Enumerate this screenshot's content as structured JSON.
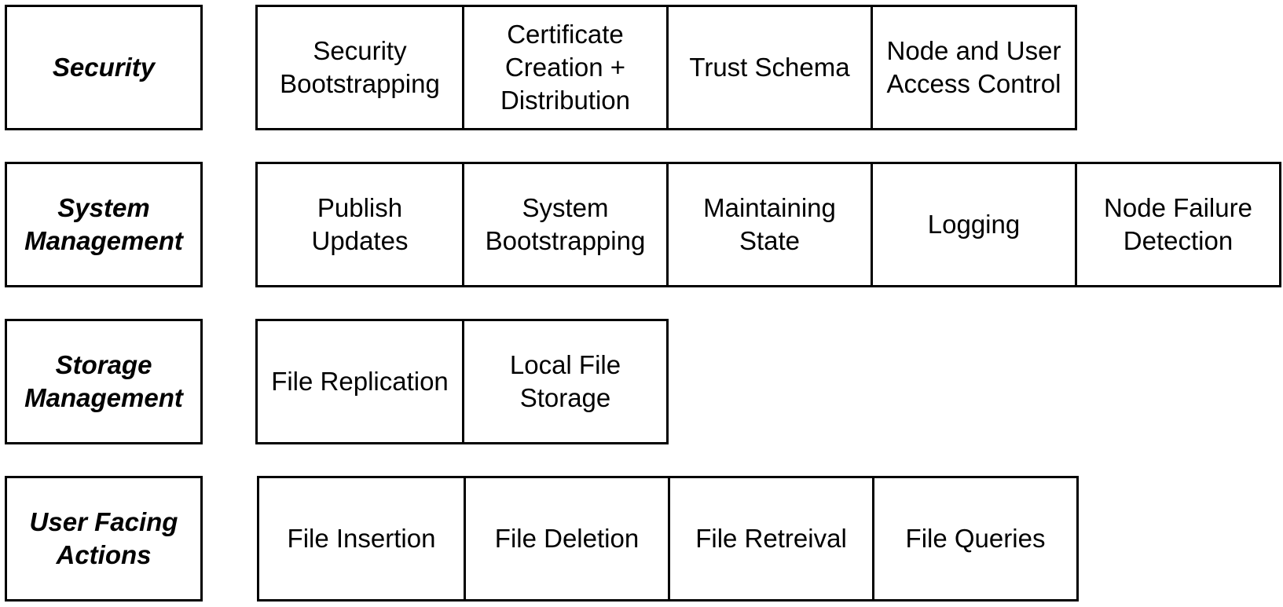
{
  "rows": [
    {
      "category": "Security",
      "items": [
        "Security\nBootstrapping",
        "Certificate\nCreation +\nDistribution",
        "Trust Schema",
        "Node and User\nAccess Control"
      ]
    },
    {
      "category": "System\nManagement",
      "items": [
        "Publish\nUpdates",
        "System\nBootstrapping",
        "Maintaining\nState",
        "Logging",
        "Node Failure\nDetection"
      ]
    },
    {
      "category": "Storage\nManagement",
      "items": [
        "File Replication",
        "Local File\nStorage"
      ]
    },
    {
      "category": "User Facing\nActions",
      "items": [
        "File Insertion",
        "File Deletion",
        "File Retreival",
        "File Queries"
      ]
    }
  ]
}
